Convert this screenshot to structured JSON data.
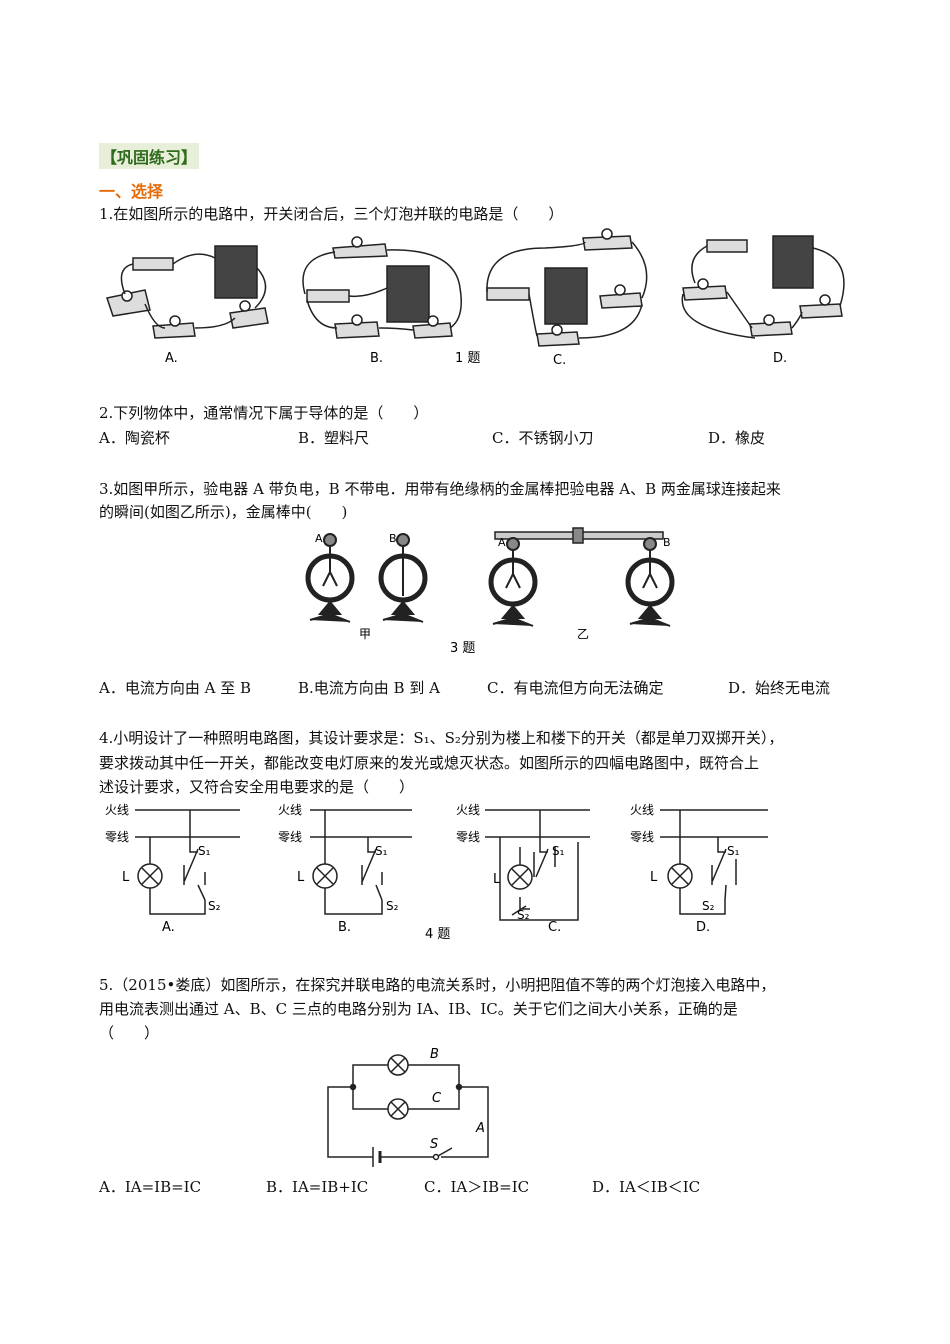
{
  "heading": "【巩固练习】",
  "section": "一、选择",
  "q1": {
    "text": "1.在如图所示的电路中，开关闭合后，三个灯泡并联的电路是（　　）",
    "labels": [
      "A.",
      "B.",
      "C.",
      "D."
    ],
    "caption": "1 题"
  },
  "q2": {
    "text": "2.下列物体中，通常情况下属于导体的是（　　）",
    "options": [
      "A．陶瓷杯",
      "B．塑料尺",
      "C．不锈钢小刀",
      "D．橡皮"
    ]
  },
  "q3": {
    "line1": "3.如图甲所示，验电器 A 带负电，B 不带电．用带有绝缘柄的金属棒把验电器 A、B 两金属球连接起来",
    "line2": "的瞬间(如图乙所示)，金属棒中(　　)",
    "fig_jia": "甲",
    "fig_yi": "乙",
    "label_a": "A",
    "label_b": "B",
    "caption": "3 题",
    "options": [
      "A．电流方向由 A 至 B",
      "B.电流方向由 B 到 A",
      "C．有电流但方向无法确定",
      "D．始终无电流"
    ]
  },
  "q4": {
    "line1": "4.小明设计了一种照明电路图，其设计要求是：S₁、S₂分别为楼上和楼下的开关（都是单刀双掷开关），",
    "line2": "要求拨动其中任一开关，都能改变电灯原来的发光或熄灭状态。如图所示的四幅电路图中，既符合上",
    "line3": "述设计要求，又符合安全用电要求的是（　　）",
    "live": "火线",
    "neutral": "零线",
    "lamp": "L",
    "s1": "S₁",
    "s2": "S₂",
    "labels": [
      "A.",
      "B.",
      "C.",
      "D."
    ],
    "caption": "4 题"
  },
  "q5": {
    "line1": "5.（2015•娄底）如图所示，在探究并联电路的电流关系时，小明把阻值不等的两个灯泡接入电路中，",
    "line2": "用电流表测出通过 A、B、C 三点的电路分别为 IA、IB、IC。关于它们之间大小关系，正确的是",
    "line3": "（　　）",
    "point_a": "A",
    "point_b": "B",
    "point_c": "C",
    "switch": "S",
    "options": [
      "A．IA=IB=IC",
      "B．IA=IB+IC",
      "C．IA＞IB=IC",
      "D．IA＜IB＜IC"
    ]
  }
}
